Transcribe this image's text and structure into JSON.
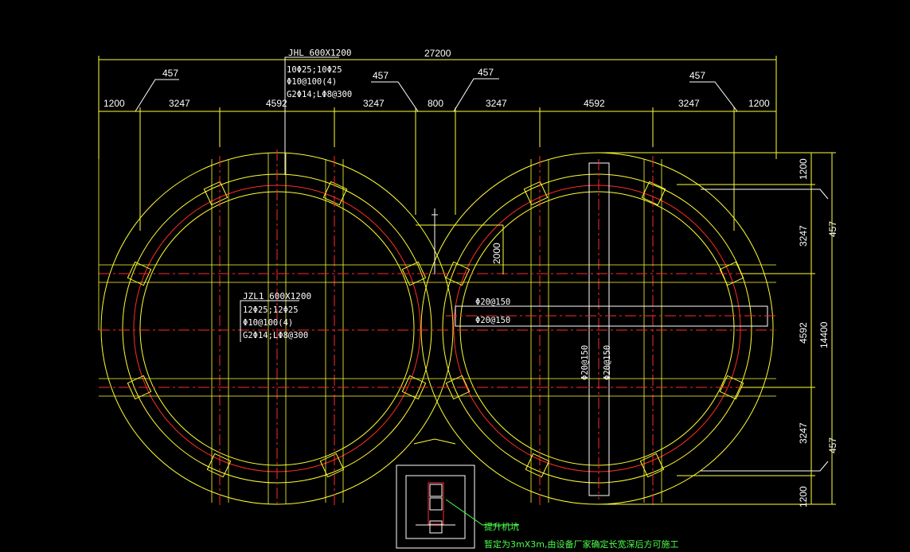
{
  "overall_width": "27200",
  "beam_jhl": {
    "name": "JHL 600X1200",
    "line1": "10Φ25;10Φ25",
    "line2": "Φ10@100(4)",
    "line3": "G2Φ14;LΦ8@300"
  },
  "beam_jzl1": {
    "name": "JZL1 600X1200",
    "line1": "12Φ25;12Φ25",
    "line2": "Φ10@100(4)",
    "line3": "G2Φ14;LΦ8@300"
  },
  "top_dims": [
    "1200",
    "3247",
    "4592",
    "3247",
    "800",
    "3247",
    "4592",
    "3247",
    "1200"
  ],
  "leader_457": "457",
  "right_dims": [
    "1200",
    "3247",
    "4592",
    "3247",
    "1200"
  ],
  "right_total": "14400",
  "right_457": "457",
  "dim_2000": "2000",
  "rebar_h1": "Φ20@150",
  "rebar_h2": "Φ20@150",
  "rebar_v1": "Φ20@150",
  "rebar_v2": "Φ20@150",
  "note_line1": "提升机坑",
  "note_line2": "暂定为3mX3m,由设备厂家确定长宽深后方可施工"
}
